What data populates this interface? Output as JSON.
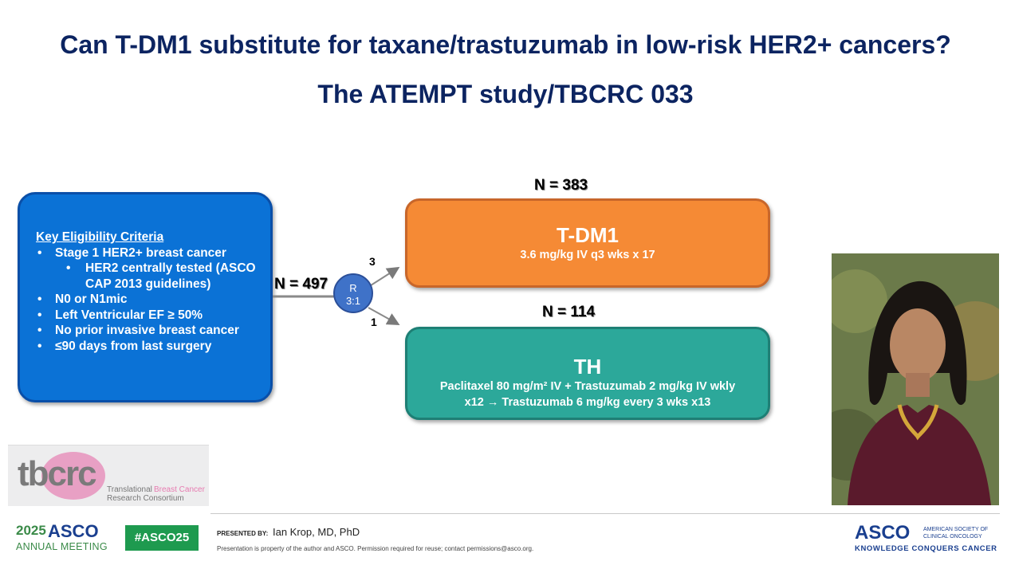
{
  "slide": {
    "title_line1": "Can T-DM1 substitute for taxane/trastuzumab in low-risk HER2+ cancers?",
    "title_line2": "The ATEMPT study/TBCRC 033"
  },
  "eligibility": {
    "heading": "Key Eligibility Criteria",
    "items": [
      "Stage 1 HER2+ breast cancer",
      "HER2 centrally tested (ASCO CAP 2013 guidelines)",
      "N0 or N1mic",
      "Left Ventricular EF ≥ 50%",
      "No prior invasive breast cancer",
      "≤90 days from last surgery"
    ]
  },
  "randomization": {
    "total_n": "N = 497",
    "circle_label": "R",
    "circle_ratio": "3:1",
    "upper_ratio": "3",
    "lower_ratio": "1"
  },
  "arms": [
    {
      "n_label": "N = 383",
      "name": "T-DM1",
      "dosing": "3.6 mg/kg  IV q3 wks x 17",
      "color": "#f58a35"
    },
    {
      "n_label": "N = 114",
      "name": "TH",
      "dosing_line1": "Paclitaxel 80 mg/m² IV + Trastuzumab 2 mg/kg IV wkly",
      "dosing_line2": "x12 → Trastuzumab 6 mg/kg every 3 wks x13",
      "color": "#2ca89a"
    }
  ],
  "logo": {
    "letters": "tbcrc",
    "line1_gray": "Translational ",
    "line1_pink": "Breast Cancer",
    "line2": "Research Consortium"
  },
  "footer": {
    "year": "2025",
    "org": "ASCO",
    "meeting": "ANNUAL MEETING",
    "hashtag": "#ASCO25",
    "presented_by_label": "PRESENTED BY:",
    "presenter": "Ian Krop, MD, PhD",
    "notice": "Presentation is property of the author and ASCO. Permission required for reuse; contact permissions@asco.org.",
    "asco_logo": "ASCO",
    "society_line1": "AMERICAN SOCIETY OF",
    "society_line2": "CLINICAL ONCOLOGY",
    "tagline": "KNOWLEDGE CONQUERS CANCER"
  },
  "colors": {
    "title": "#0c2461",
    "eligibility_box": "#0b72d6",
    "asco_blue": "#1a3f8f",
    "hashtag_green": "#1e9a4f",
    "footer_green": "#3a8a48",
    "tbcrc_pink": "#e77bb0"
  }
}
